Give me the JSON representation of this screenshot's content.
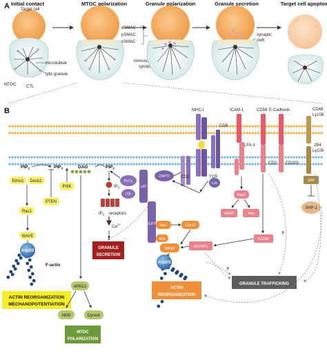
{
  "panel_a": {
    "label": "A",
    "stages": [
      "Initial contact",
      "MTOC polarization",
      "Granule polarization",
      "Granule secretion",
      "Target cell apoptosis"
    ],
    "labels": {
      "target_cell": "Target cell",
      "microtubule": "microtubule",
      "lytic_granule": "lytic granule",
      "mtoc": "MTOC",
      "ctl": "CTL",
      "dsmac": "dSMAC",
      "psmac": "pSMAC",
      "csmac": "cSMAC",
      "immunological_synapse": "immunological synapse",
      "synaptic_cleft": "synaptic cleft"
    }
  },
  "panel_b": {
    "label": "B",
    "receptors": {
      "mhc": "MHC-I",
      "icam": "ICAM-1",
      "cd58": "CD58",
      "ecad": "E-Cadherin",
      "cd48": "CD48",
      "ly108_top": "Ly108",
      "b2b4": "2B4",
      "ly108_bot": "Ly108",
      "cd8": "CD8",
      "cd3": "CD3",
      "tcr": "TCR",
      "lfa1": "LFA-1",
      "cd2": "CD2",
      "cd103": "CD103"
    },
    "nodes": {
      "pip2": "PIP",
      "pip3": "PIP",
      "dag": "DAG",
      "pip2b": "PIP",
      "elmo": "Elmo1",
      "dock": "Dock2",
      "pi3k": "PI3K",
      "pten": "PTEN",
      "rac1": "Rac1",
      "wave": "WAVE",
      "arp_left": "Arp2/3",
      "factin": "F-actin",
      "plcg": "PLCγ",
      "itk": "ITK",
      "lat": "LAT",
      "zap70": "ZAP70",
      "lck": "Lck",
      "slp76": "SLP76",
      "ip3": "IP",
      "ip3r": "IP",
      "ip3r_rest": "receptors",
      "ca": "Ca",
      "vav1": "Vav1",
      "cdc42": "Cdc42",
      "nck": "Nck",
      "wasp": "WASP",
      "arp_mid": "Arp2/3",
      "rap1": "Rap1",
      "adap": "ADAP",
      "talin": "Talin",
      "cd2ap": "CD2AP",
      "pstpip1": "PSTPIP1",
      "sap": "SAP",
      "shp1": "SHP-1",
      "npkcs": "nPKCs",
      "nmii": "NMII",
      "dynein": "Dynein",
      "q1": "?",
      "q2": "?"
    },
    "outputs": {
      "actin_mech": [
        "ACTIN REORGANIZATION",
        "MECHANOPOTENTIATION"
      ],
      "granule_secretion": [
        "GRANULE",
        "SECRETION"
      ],
      "actin_reorg": [
        "ACTIN",
        "REORGANIZATION"
      ],
      "granule_trafficking": "GRANULE TRAFFICKING",
      "mtoc_polarization": [
        "MTOC",
        "POLARIZATION"
      ]
    }
  },
  "colors": {
    "lipid_head": "#f3ad3c",
    "membrane_blue": "#7ab7e0",
    "yellow_node": "#f7ef72",
    "purple": "#8a70b8",
    "pink": "#e8828b",
    "orange": "#ef8f3a",
    "red_box": "#a3201f",
    "arp_blue": "#4a86c5",
    "actin_dark": "#21477a",
    "olive": "#a88a4a",
    "green": "#b7c96f",
    "granule_gray": "#5d5d5d"
  }
}
